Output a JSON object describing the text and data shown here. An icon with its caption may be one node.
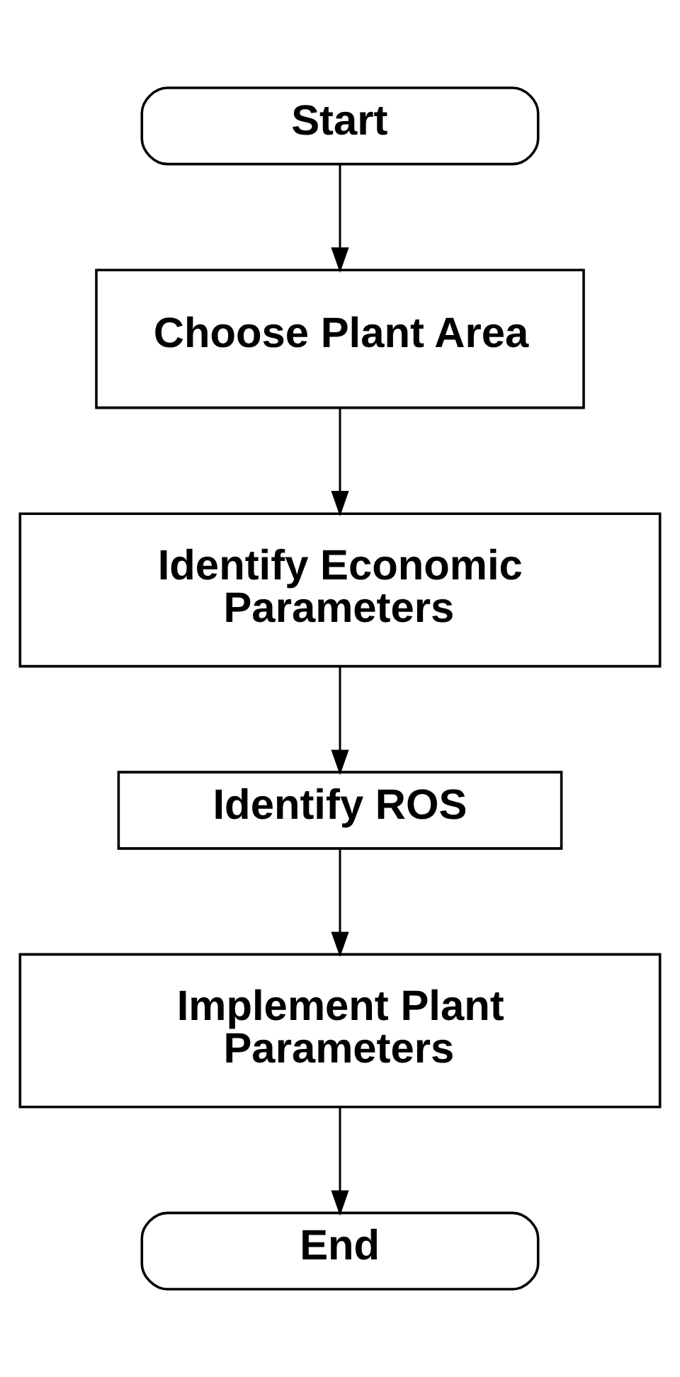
{
  "diagram": {
    "nodes": [
      {
        "text": [
          "Start"
        ]
      },
      {
        "text": [
          "Choose Plant Area"
        ]
      },
      {
        "text": [
          "Identify Economic Parameters"
        ]
      },
      {
        "text": [
          "Identify ROS"
        ]
      },
      {
        "text": [
          "Implement Plant Parameters"
        ]
      },
      {
        "text": [
          "End"
        ]
      }
    ],
    "edges": [
      {
        "from": 0,
        "to": 1,
        "arrow": "to"
      },
      {
        "from": 1,
        "to": 2,
        "arrow": "to"
      },
      {
        "from": 2,
        "to": 3,
        "arrow": "to"
      },
      {
        "from": 3,
        "to": 4,
        "arrow": "to"
      },
      {
        "from": 4,
        "to": 5,
        "arrow": "to"
      }
    ]
  }
}
